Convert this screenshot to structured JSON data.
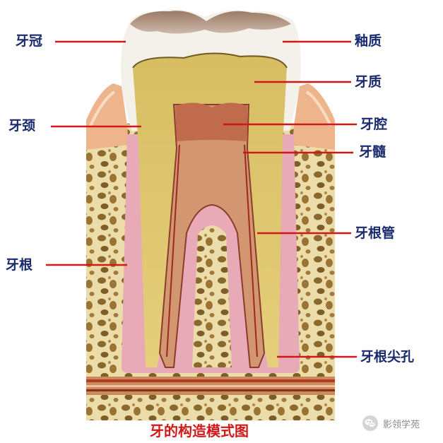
{
  "labels": {
    "crown": "牙冠",
    "neck": "牙颈",
    "root": "牙根",
    "enamel": "釉质",
    "dentin": "牙质",
    "pulp_cavity": "牙腔",
    "pulp": "牙髓",
    "root_canal": "牙根管",
    "apical_foramen": "牙根尖孔"
  },
  "caption": "牙的构造模式图",
  "watermark": {
    "text": "影领学苑",
    "icon": "wechat-icon"
  },
  "colors": {
    "label_text": "#1a2a6e",
    "leader_line": "#d01818",
    "caption": "#d21818",
    "bone": "#e8d6a0",
    "dentin": "#e0c868",
    "enamel": "#f3f1ea",
    "gum": "#eeb58c"
  }
}
